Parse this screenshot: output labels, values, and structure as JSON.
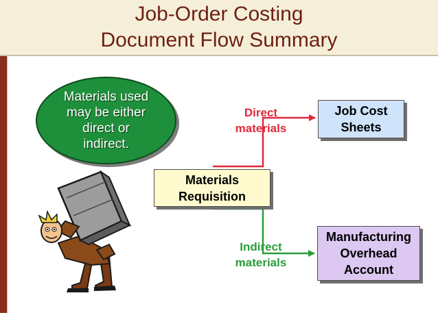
{
  "title": {
    "line1": "Job-Order Costing",
    "line2": "Document Flow Summary"
  },
  "oval": {
    "lines": [
      "Materials used",
      "may be either",
      "direct or",
      "indirect."
    ]
  },
  "requisition": {
    "lines": [
      "Materials",
      "Requisition"
    ]
  },
  "job_cost": {
    "lines": [
      "Job Cost",
      "Sheets"
    ]
  },
  "overhead": {
    "lines": [
      "Manufacturing",
      "Overhead",
      "Account"
    ]
  },
  "direct_label": {
    "lines": [
      "Direct",
      "materials"
    ]
  },
  "indirect_label": {
    "lines": [
      "Indirect",
      "materials"
    ]
  },
  "colors": {
    "title": "#6e1f12",
    "direct": "#e0283a",
    "indirect": "#2a9d3a",
    "oval": "#1e8f3a"
  },
  "icons": {
    "clipart": "worker-carrying-cabinet-icon"
  }
}
